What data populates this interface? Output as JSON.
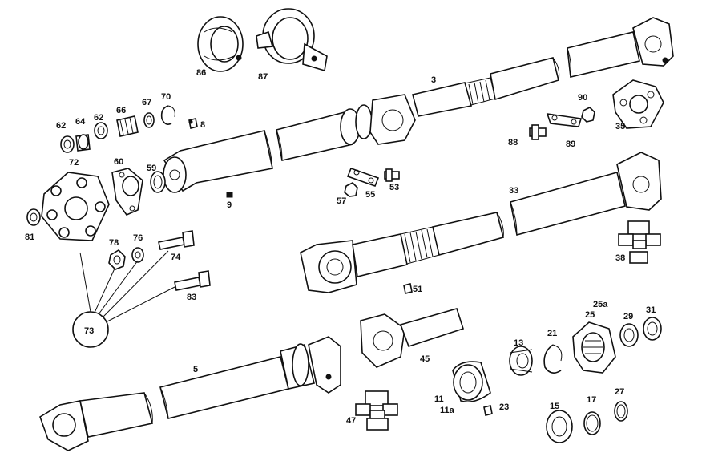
{
  "diagram": {
    "labels": {
      "l86": "86",
      "l87": "87",
      "l3": "3",
      "l90": "90",
      "l35": "35",
      "l88": "88",
      "l89": "89",
      "l62a": "62",
      "l64": "64",
      "l62b": "62",
      "l66": "66",
      "l67": "67",
      "l70": "70",
      "l8": "8",
      "l72": "72",
      "l60": "60",
      "l59": "59",
      "l9": "9",
      "l81": "81",
      "l57": "57",
      "l55": "55",
      "l53": "53",
      "l33": "33",
      "l78": "78",
      "l76": "76",
      "l74": "74",
      "l38": "38",
      "l83": "83",
      "l51": "51",
      "l73": "73",
      "l25a": "25a",
      "l25": "25",
      "l29": "29",
      "l31": "31",
      "l5": "5",
      "l45": "45",
      "l13": "13",
      "l21": "21",
      "l11": "11",
      "l11a": "11a",
      "l23": "23",
      "l47": "47",
      "l15": "15",
      "l17": "17",
      "l27": "27"
    }
  }
}
